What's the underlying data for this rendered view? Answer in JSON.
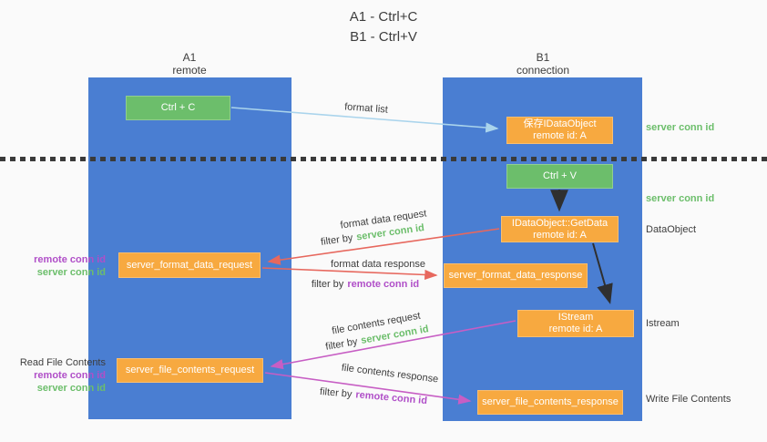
{
  "title": {
    "line1": "A1 - Ctrl+C",
    "line2": "B1 - Ctrl+V"
  },
  "lanes": {
    "a": {
      "id": "A1",
      "subtitle": "remote"
    },
    "b": {
      "id": "B1",
      "subtitle": "connection"
    }
  },
  "nodes": {
    "ctrl_c": "Ctrl + C",
    "save_idataobject": {
      "line1": "保存IDataObject",
      "line2": "remote id: A"
    },
    "ctrl_v": "Ctrl + V",
    "getdata": {
      "line1": "IDataObject::GetData",
      "line2": "remote id: A"
    },
    "format_request": "server_format_data_request",
    "format_response": "server_format_data_response",
    "istream": {
      "line1": "IStream",
      "line2": "remote id: A"
    },
    "file_request": "server_file_contents_request",
    "file_response": "server_file_contents_response"
  },
  "edge_labels": {
    "format_list": "format list",
    "format_data_request": "format data request",
    "format_data_response": "format data response",
    "file_contents_request": "file contents request",
    "file_contents_response": "file contents response",
    "filter_by": "filter by",
    "server_conn_id": "server conn id",
    "remote_conn_id": "remote conn id"
  },
  "side_labels": {
    "server_conn_id": "server conn id",
    "remote_conn_id": "remote conn id",
    "dataobject": "DataObject",
    "istream": "Istream",
    "read_file_contents": "Read File Contents",
    "write_file_contents": "Write File Contents"
  },
  "colors": {
    "lane_blue": "#4a7ed2",
    "green": "#6cbe6b",
    "orange": "#f7a940",
    "red_arrow": "#e7685e",
    "magenta_arrow": "#c75ec4",
    "purple_text": "#b04fc8",
    "light_blue_arrow": "#aad4ec",
    "dark_text": "#3d3d3d"
  }
}
